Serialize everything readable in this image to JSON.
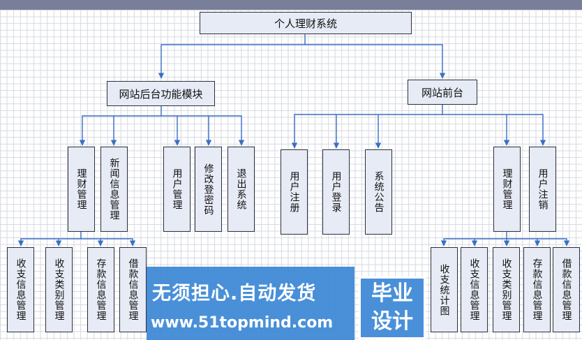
{
  "diagram": {
    "root": "个人理财系统",
    "backend": {
      "title": "网站后台功能模块",
      "children": [
        "理财管理",
        "新闻信息管理",
        "用户管理",
        "修改登密码",
        "退出系统"
      ],
      "finance_children": [
        "收支信息管理",
        "收支类别管理",
        "存款信息管理",
        "借款信息管理"
      ]
    },
    "frontend": {
      "title": "网站前台",
      "children": [
        "用户注册",
        "用户登录",
        "系统公告",
        "理财管理",
        "用户注销"
      ],
      "finance_children": [
        "收支统计图",
        "收支信息管理",
        "收支类别管理",
        "存款信息管理",
        "借款信息管理"
      ]
    }
  },
  "watermark": {
    "slogan": "无须担心.自动发货",
    "url": "www.51topmind.com",
    "seal_line1": "毕业",
    "seal_line2": "设计"
  },
  "colors": {
    "node_fill": "#e6ebf5",
    "node_border": "#2c2f3a",
    "connector": "#3a6fc4",
    "watermark": "#3f8ad6"
  }
}
